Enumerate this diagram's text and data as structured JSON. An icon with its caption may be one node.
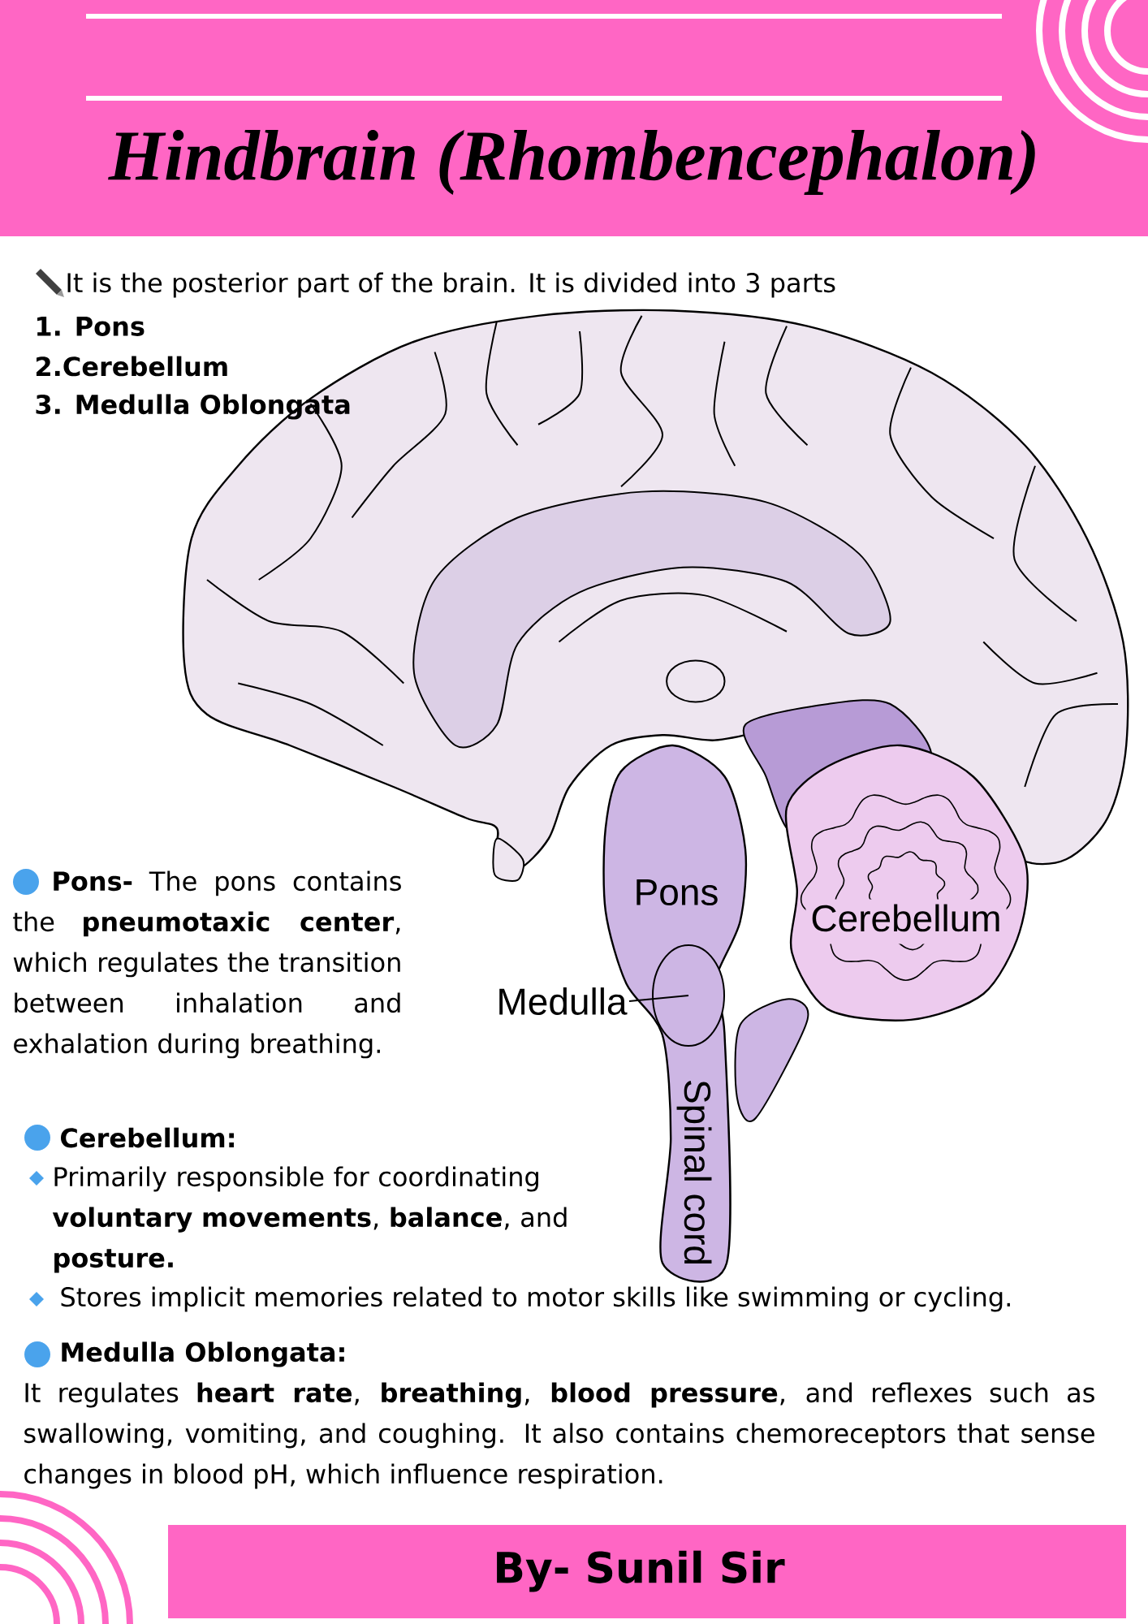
{
  "diagram": {
    "title": "Hindbrain (Rhombencephalon)",
    "nodes": [
      {
        "text": [
          "Medulla"
        ]
      },
      {
        "text": [],
        "shape": "ellipse"
      }
    ],
    "edges": [
      {
        "from": 0,
        "to": 1,
        "arrow": "none"
      }
    ],
    "labels": [
      "It is the posterior part of the brain. It is divided into 3 parts",
      "1. Pons",
      "2.Cerebellum",
      "3. Medulla Oblongata",
      "Pons",
      "Cerebellum",
      "Spinal cord",
      "**Pons-** The pons contains the **pneumotaxic center**, which regulates the transition between inhalation and exhalation during breathing.",
      "Cerebellum:",
      "Primarily responsible for coordinating **voluntary movements**, **balance**, and **posture.**",
      "Stores implicit memories related to motor skills like swimming or cycling.",
      "Medulla Oblongata:",
      "It regulates **heart rate**, **breathing**, **blood pressure**, and reflexes such as swallowing, vomiting, and coughing. It also contains chemoreceptors that sense changes in blood pH, which influence respiration.",
      "By- Sunil Sir"
    ]
  }
}
